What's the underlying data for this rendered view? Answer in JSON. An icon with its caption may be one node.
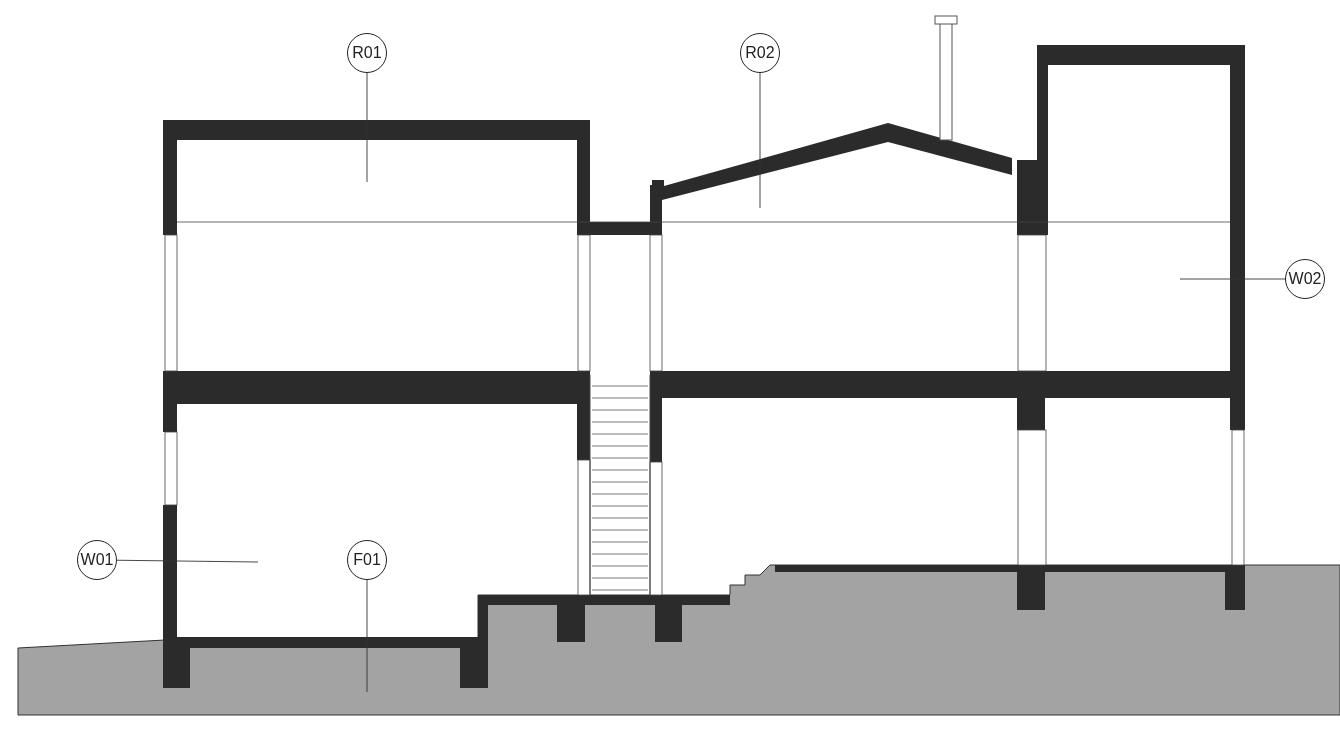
{
  "diagram": {
    "nodes": [
      {
        "text": [
          "R01"
        ]
      },
      {
        "text": [
          "R02"
        ]
      },
      {
        "text": [
          "W02"
        ]
      },
      {
        "text": [
          "W01"
        ]
      },
      {
        "text": [
          "F01"
        ]
      }
    ],
    "edges": [
      {
        "from": 0,
        "to": null,
        "arrow": "none"
      },
      {
        "from": 1,
        "to": null,
        "arrow": "none"
      },
      {
        "from": 2,
        "to": null,
        "arrow": "none"
      },
      {
        "from": 3,
        "to": null,
        "arrow": "none"
      },
      {
        "from": 4,
        "to": null,
        "arrow": "none"
      }
    ]
  }
}
